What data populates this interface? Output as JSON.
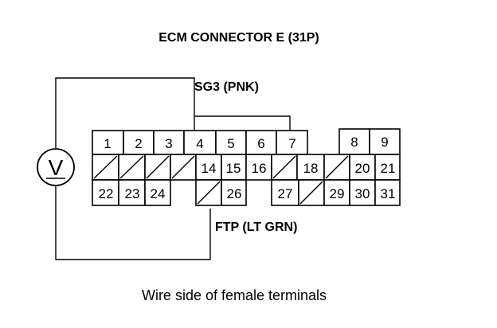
{
  "title": "ECM CONNECTOR E (31P)",
  "wire_top": "SG3 (PNK)",
  "wire_bottom": "FTP (LT GRN)",
  "caption": "Wire side of female terminals",
  "meter_symbol": "V",
  "rows": {
    "top": [
      "1",
      "2",
      "3",
      "4",
      "5",
      "6",
      "7",
      "",
      "8",
      "9"
    ],
    "middle": [
      "",
      "",
      "",
      "",
      "14",
      "15",
      "16",
      "",
      "18",
      "",
      "20",
      "21"
    ],
    "bottom": [
      "22",
      "23",
      "24",
      "",
      "26",
      "",
      "27",
      "",
      "29",
      "30",
      "31"
    ]
  }
}
